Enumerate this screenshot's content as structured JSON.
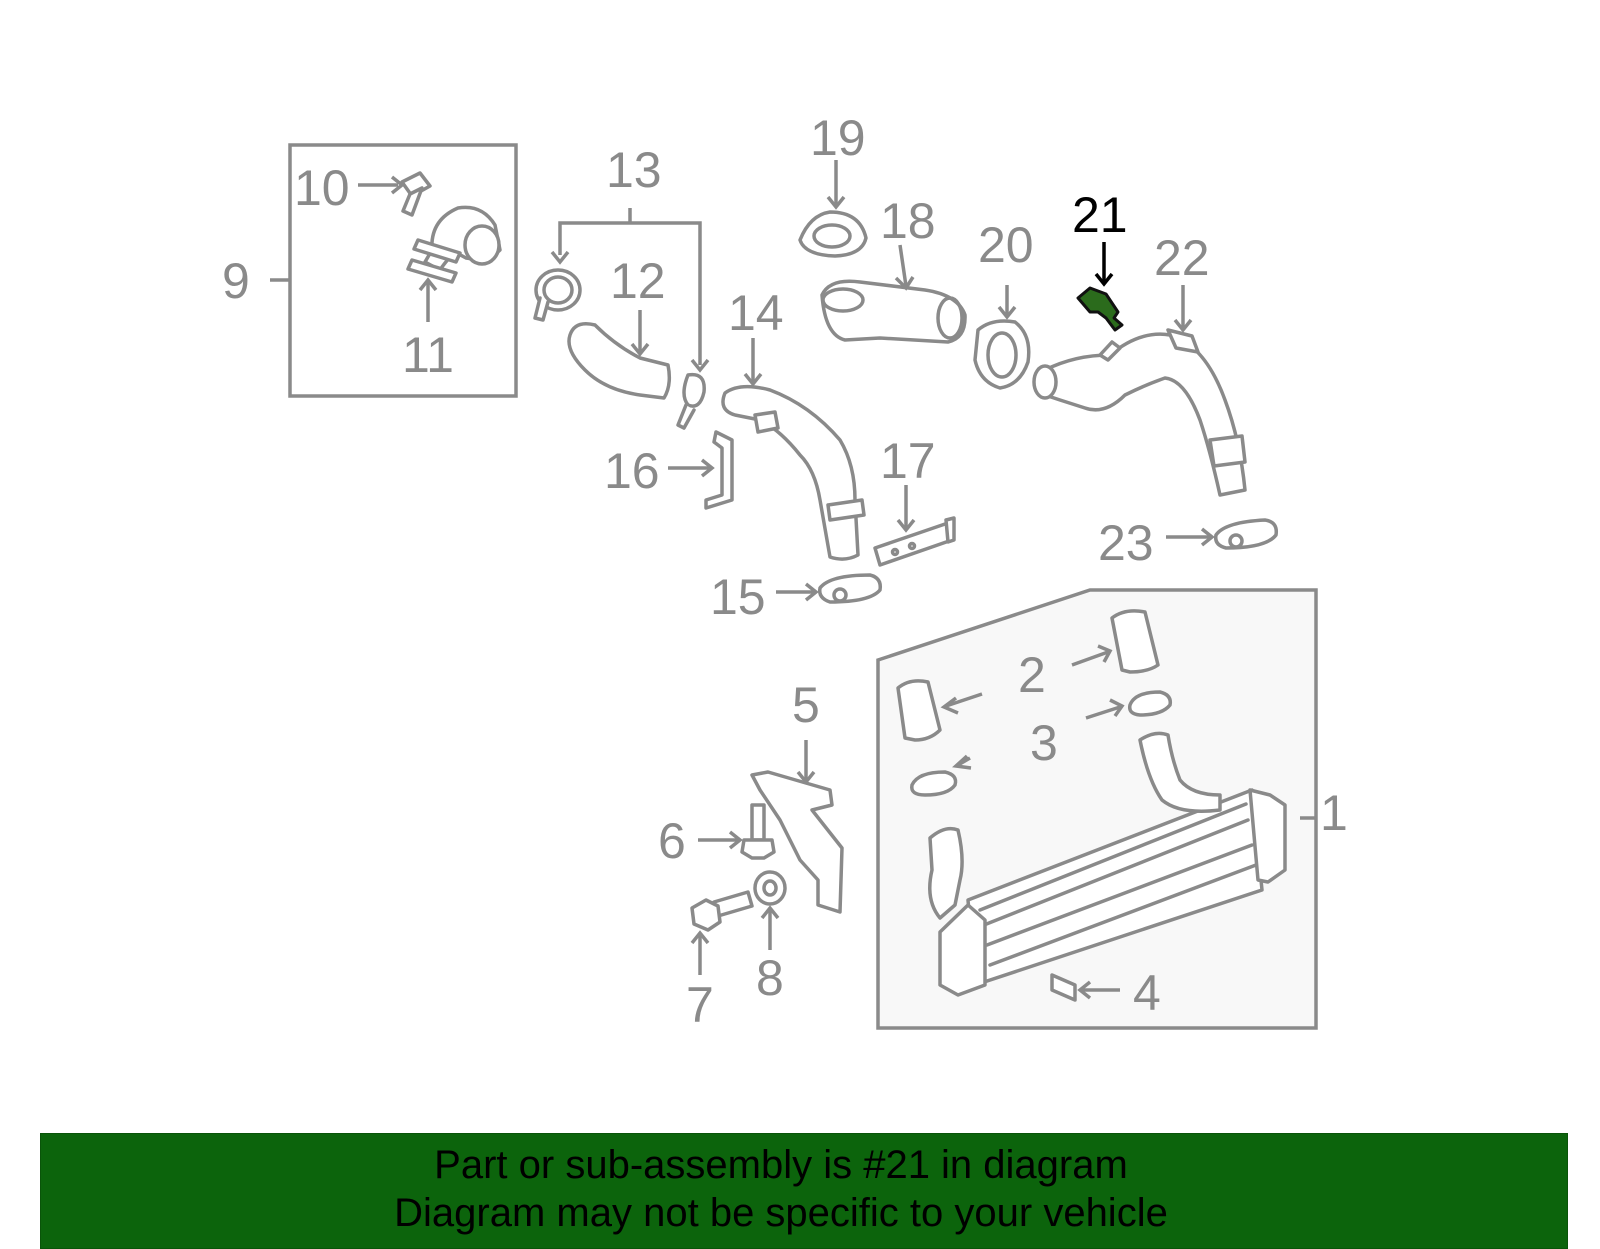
{
  "diagram": {
    "highlight_color": "#2b6b1c",
    "banner_color": "#0c640c",
    "highlighted_callout": "21",
    "callouts": {
      "c1": "1",
      "c2": "2",
      "c3": "3",
      "c4": "4",
      "c5": "5",
      "c6": "6",
      "c7": "7",
      "c8": "8",
      "c9": "9",
      "c10": "10",
      "c11": "11",
      "c12": "12",
      "c13": "13",
      "c14": "14",
      "c15": "15",
      "c16": "16",
      "c17": "17",
      "c18": "18",
      "c19": "19",
      "c20": "20",
      "c21": "21",
      "c22": "22",
      "c23": "23"
    }
  },
  "banner": {
    "line1": "Part or sub-assembly is #21 in diagram",
    "line2": "Diagram may not be specific to your vehicle"
  }
}
